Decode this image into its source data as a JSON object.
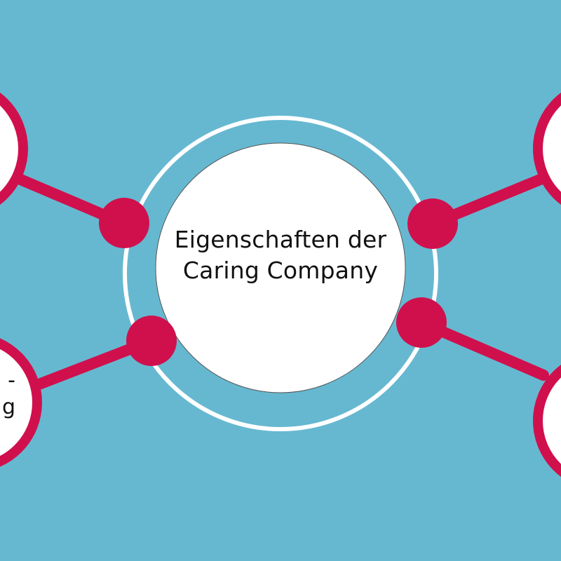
{
  "diagram": {
    "center_title_line1": "Eigenschaften der",
    "center_title_line2": "Caring Company",
    "left_bottom_fragment_line1": "-",
    "left_bottom_fragment_line2": "g"
  },
  "colors": {
    "background": "#66b8d1",
    "accent": "#d0104c",
    "circle_fill": "#ffffff",
    "ring": "#ffffff"
  }
}
